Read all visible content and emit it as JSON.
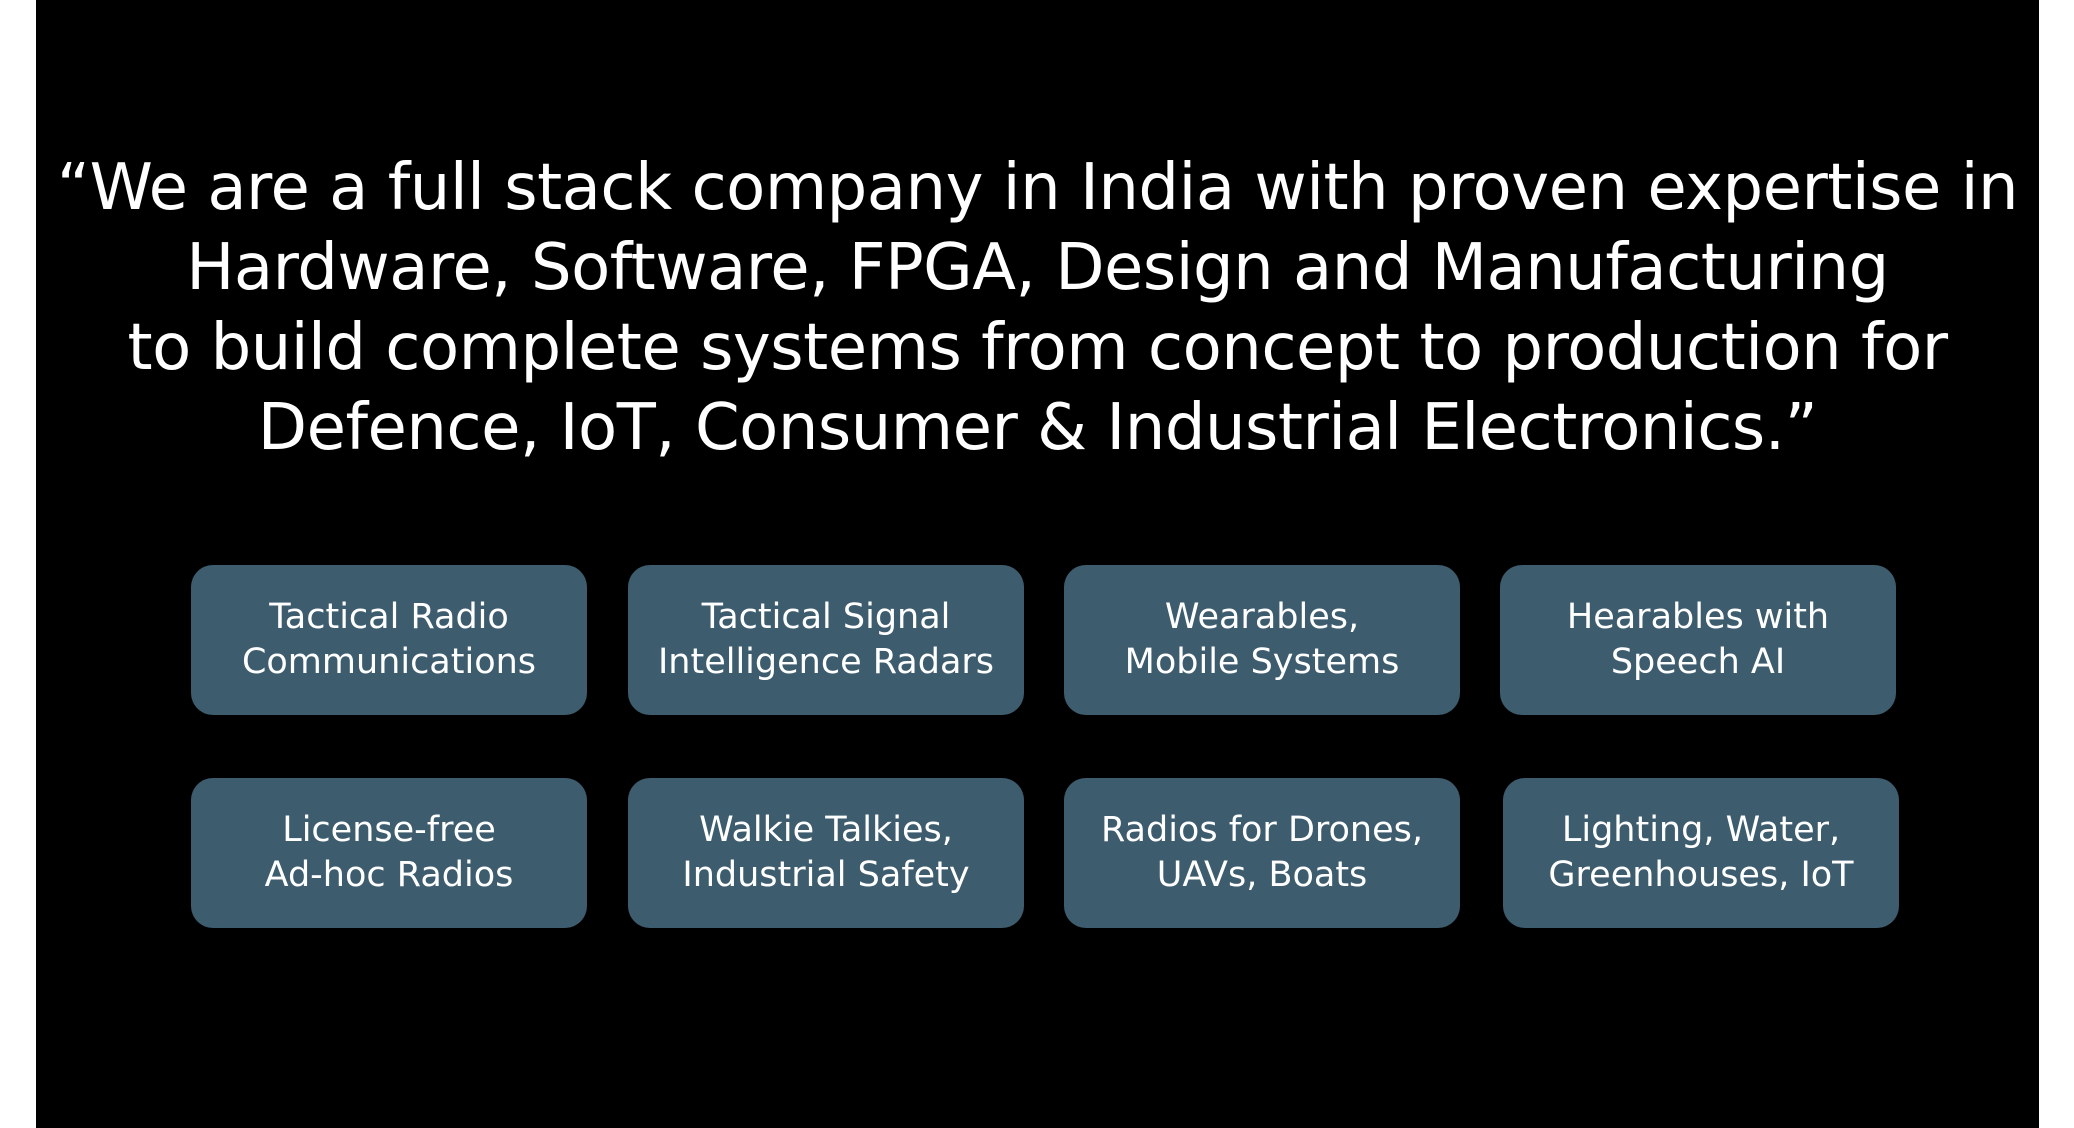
{
  "colors": {
    "background": "#000000",
    "text": "#ffffff",
    "tile": "#3d5c6e"
  },
  "quote": {
    "lines": [
      "“We are a full stack company in India with proven expertise in",
      "Hardware, Software, FPGA, Design and Manufacturing",
      "to build complete systems from concept to production for",
      "Defence, IoT, Consumer & Industrial Electronics.”"
    ]
  },
  "tiles": [
    {
      "line1": "Tactical Radio",
      "line2": "Communications"
    },
    {
      "line1": "Tactical Signal",
      "line2": "Intelligence Radars"
    },
    {
      "line1": "Wearables,",
      "line2": "Mobile Systems"
    },
    {
      "line1": "Hearables with",
      "line2": "Speech AI"
    },
    {
      "line1": "License-free",
      "line2": "Ad-hoc Radios"
    },
    {
      "line1": "Walkie Talkies,",
      "line2": "Industrial Safety"
    },
    {
      "line1": "Radios for Drones,",
      "line2": "UAVs, Boats"
    },
    {
      "line1": "Lighting, Water,",
      "line2": "Greenhouses, IoT"
    }
  ]
}
